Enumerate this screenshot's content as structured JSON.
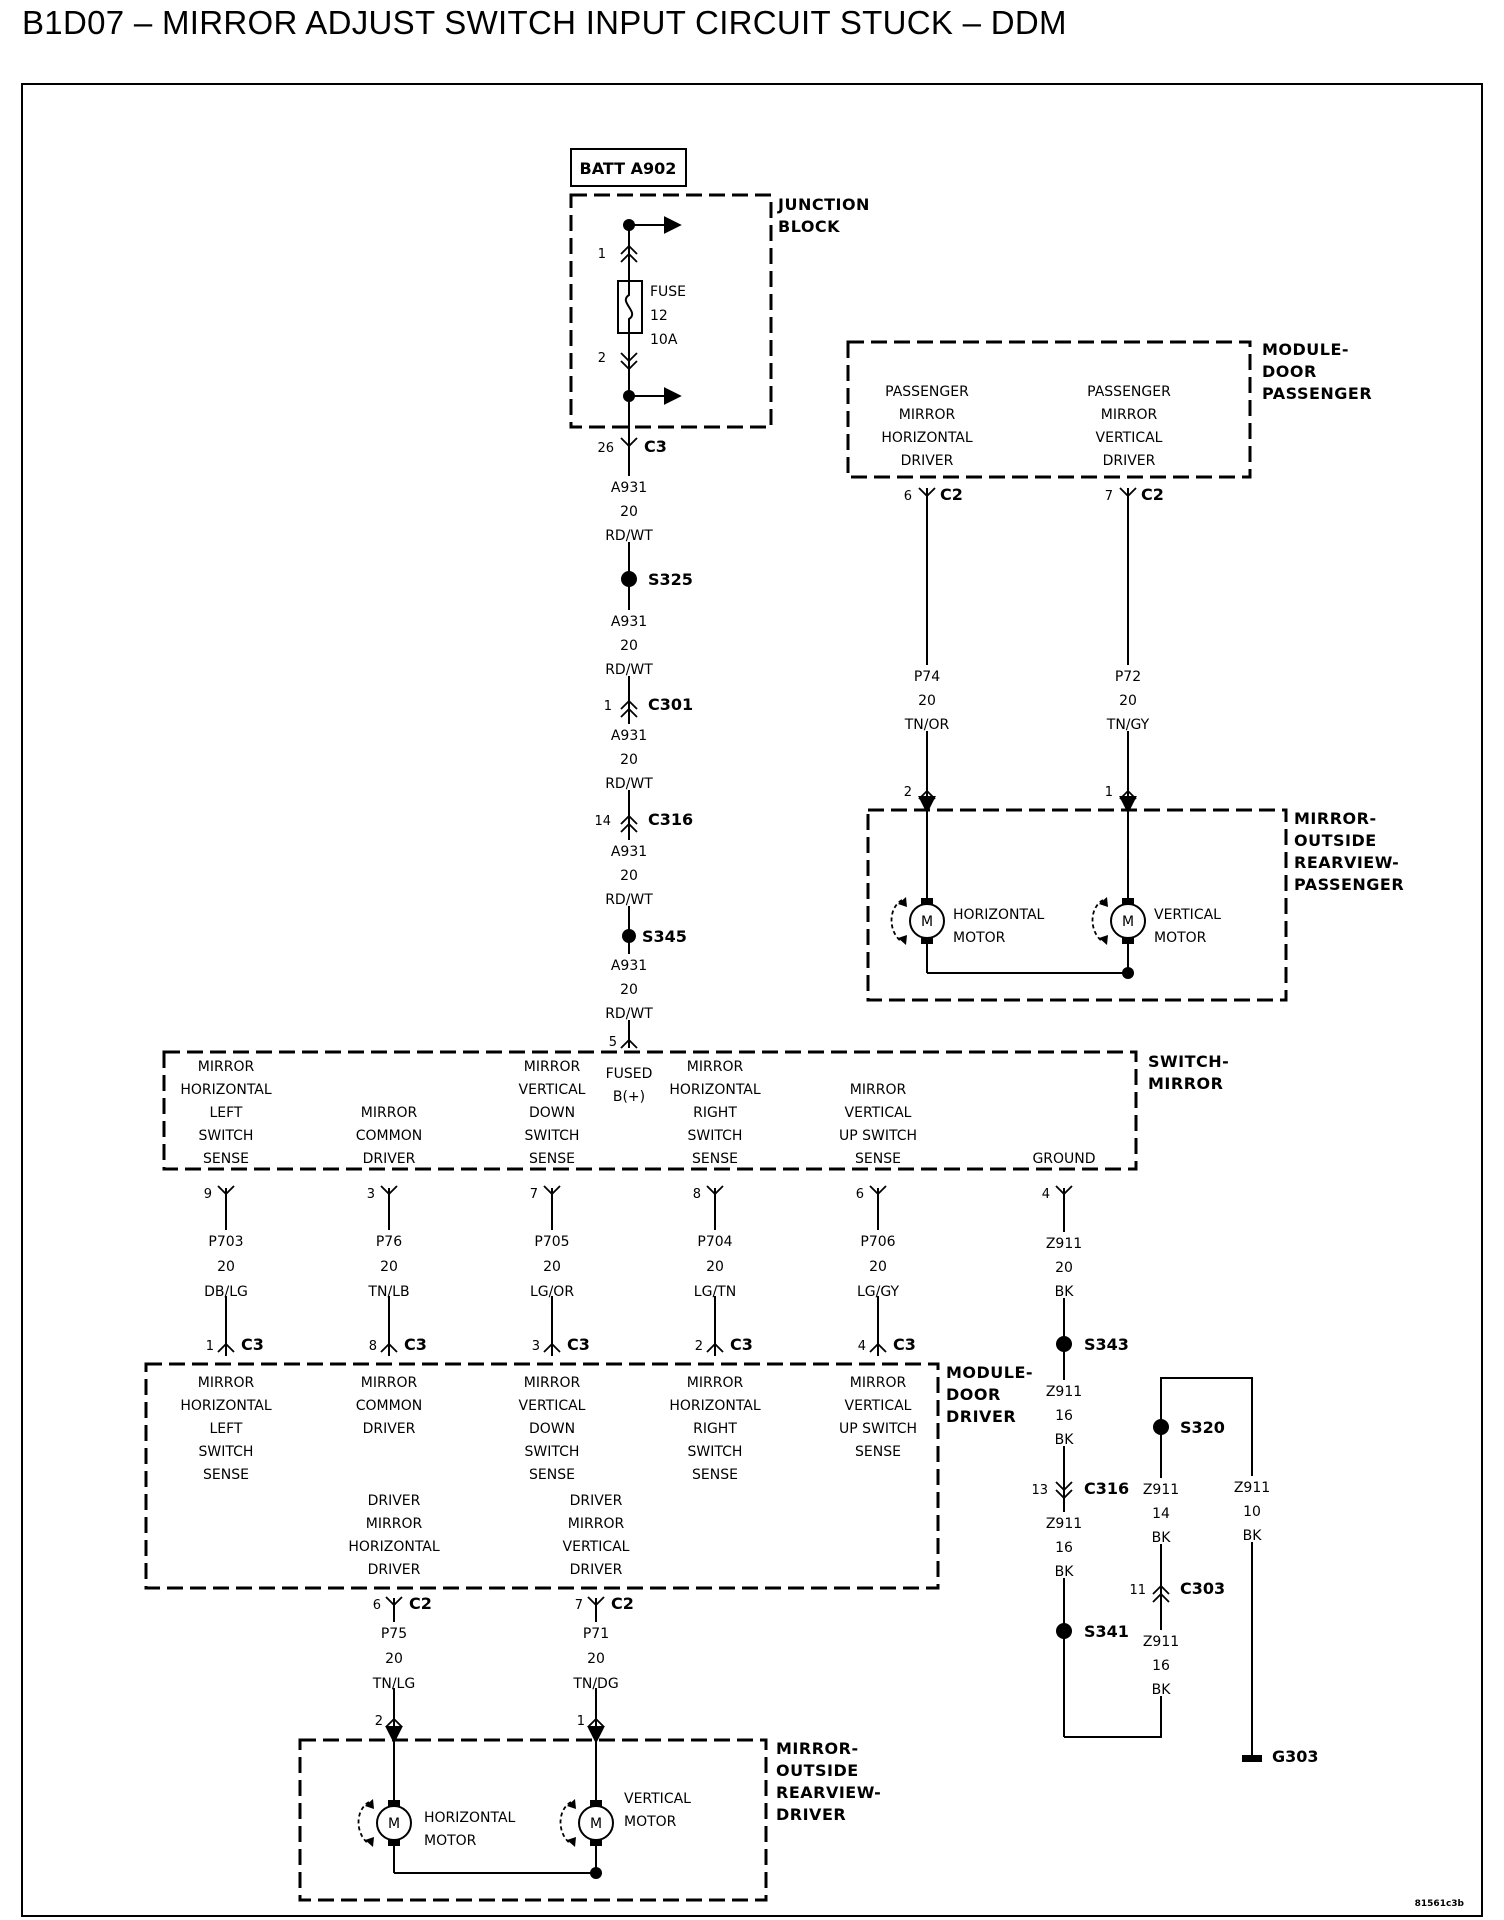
{
  "title": "B1D07 – MIRROR ADJUST SWITCH INPUT CIRCUIT STUCK – DDM",
  "figure_id": "81561c3b",
  "batt_box": "BATT A902",
  "components": {
    "junction_block": [
      "JUNCTION",
      "BLOCK"
    ],
    "module_door_passenger": [
      "MODULE-",
      "DOOR",
      "PASSENGER"
    ],
    "mirror_outside_rearview_passenger": [
      "MIRROR-",
      "OUTSIDE",
      "REARVIEW-",
      "PASSENGER"
    ],
    "switch_mirror": [
      "SWITCH-",
      "MIRROR"
    ],
    "module_door_driver": [
      "MODULE-",
      "DOOR",
      "DRIVER"
    ],
    "mirror_outside_rearview_driver": [
      "MIRROR-",
      "OUTSIDE",
      "REARVIEW-",
      "DRIVER"
    ]
  },
  "fuse": {
    "pin_top": "1",
    "pin_bottom": "2",
    "label": [
      "FUSE",
      "12",
      "10A"
    ]
  },
  "splices": {
    "s325": "S325",
    "s345": "S345",
    "s343": "S343",
    "s320": "S320",
    "s341": "S341",
    "g303": "G303"
  },
  "connectors": {
    "c3": "C3",
    "c301": "C301",
    "c316": "C316",
    "c2": "C2",
    "c303": "C303"
  },
  "pins": {
    "jb_c3": "26",
    "c301": "1",
    "c316_batt": "14",
    "switch_fused": "5",
    "pm_h": "6",
    "pm_v": "7",
    "pmir_h": "2",
    "pmir_v": "1",
    "sw_p703": "9",
    "sw_p76": "3",
    "sw_p705": "7",
    "sw_p704": "8",
    "sw_p706": "6",
    "sw_ground": "4",
    "dd_p703": "1",
    "dd_p76": "8",
    "dd_p705": "3",
    "dd_p704": "2",
    "dd_p706": "4",
    "dd_p75": "6",
    "dd_p71": "7",
    "dmir_h": "2",
    "dmir_v": "1",
    "c316_gnd": "13",
    "c303": "11"
  },
  "wires": {
    "a931": [
      "A931",
      "20",
      "RD/WT"
    ],
    "p74": [
      "P74",
      "20",
      "TN/OR"
    ],
    "p72": [
      "P72",
      "20",
      "TN/GY"
    ],
    "p703": [
      "P703",
      "20",
      "DB/LG"
    ],
    "p76": [
      "P76",
      "20",
      "TN/LB"
    ],
    "p705": [
      "P705",
      "20",
      "LG/OR"
    ],
    "p704": [
      "P704",
      "20",
      "LG/TN"
    ],
    "p706": [
      "P706",
      "20",
      "LG/GY"
    ],
    "z911_20": [
      "Z911",
      "20",
      "BK"
    ],
    "z911_16": [
      "Z911",
      "16",
      "BK"
    ],
    "z911_14": [
      "Z911",
      "14",
      "BK"
    ],
    "z911_10": [
      "Z911",
      "10",
      "BK"
    ],
    "p75": [
      "P75",
      "20",
      "TN/LG"
    ],
    "p71": [
      "P71",
      "20",
      "TN/DG"
    ]
  },
  "passenger_module_labels": {
    "horizontal": [
      "PASSENGER",
      "MIRROR",
      "HORIZONTAL",
      "DRIVER"
    ],
    "vertical": [
      "PASSENGER",
      "MIRROR",
      "VERTICAL",
      "DRIVER"
    ]
  },
  "motors": {
    "symbol": "M",
    "horizontal": [
      "HORIZONTAL",
      "MOTOR"
    ],
    "vertical": [
      "VERTICAL",
      "MOTOR"
    ]
  },
  "switch_labels": {
    "left": [
      "MIRROR",
      "HORIZONTAL",
      "LEFT",
      "SWITCH",
      "SENSE"
    ],
    "common": [
      "MIRROR",
      "COMMON",
      "DRIVER"
    ],
    "down": [
      "MIRROR",
      "VERTICAL",
      "DOWN",
      "SWITCH",
      "SENSE"
    ],
    "fused": [
      "FUSED",
      "B(+)"
    ],
    "right": [
      "MIRROR",
      "HORIZONTAL",
      "RIGHT",
      "SWITCH",
      "SENSE"
    ],
    "up": [
      "MIRROR",
      "VERTICAL",
      "UP SWITCH",
      "SENSE"
    ],
    "ground": "GROUND"
  },
  "driver_module_labels": {
    "left": [
      "MIRROR",
      "HORIZONTAL",
      "LEFT",
      "SWITCH",
      "SENSE"
    ],
    "common": [
      "MIRROR",
      "COMMON",
      "DRIVER"
    ],
    "down": [
      "MIRROR",
      "VERTICAL",
      "DOWN",
      "SWITCH",
      "SENSE"
    ],
    "right": [
      "MIRROR",
      "HORIZONTAL",
      "RIGHT",
      "SWITCH",
      "SENSE"
    ],
    "up": [
      "MIRROR",
      "VERTICAL",
      "UP SWITCH",
      "SENSE"
    ],
    "horizontal_driver": [
      "DRIVER",
      "MIRROR",
      "HORIZONTAL",
      "DRIVER"
    ],
    "vertical_driver": [
      "DRIVER",
      "MIRROR",
      "VERTICAL",
      "DRIVER"
    ]
  }
}
